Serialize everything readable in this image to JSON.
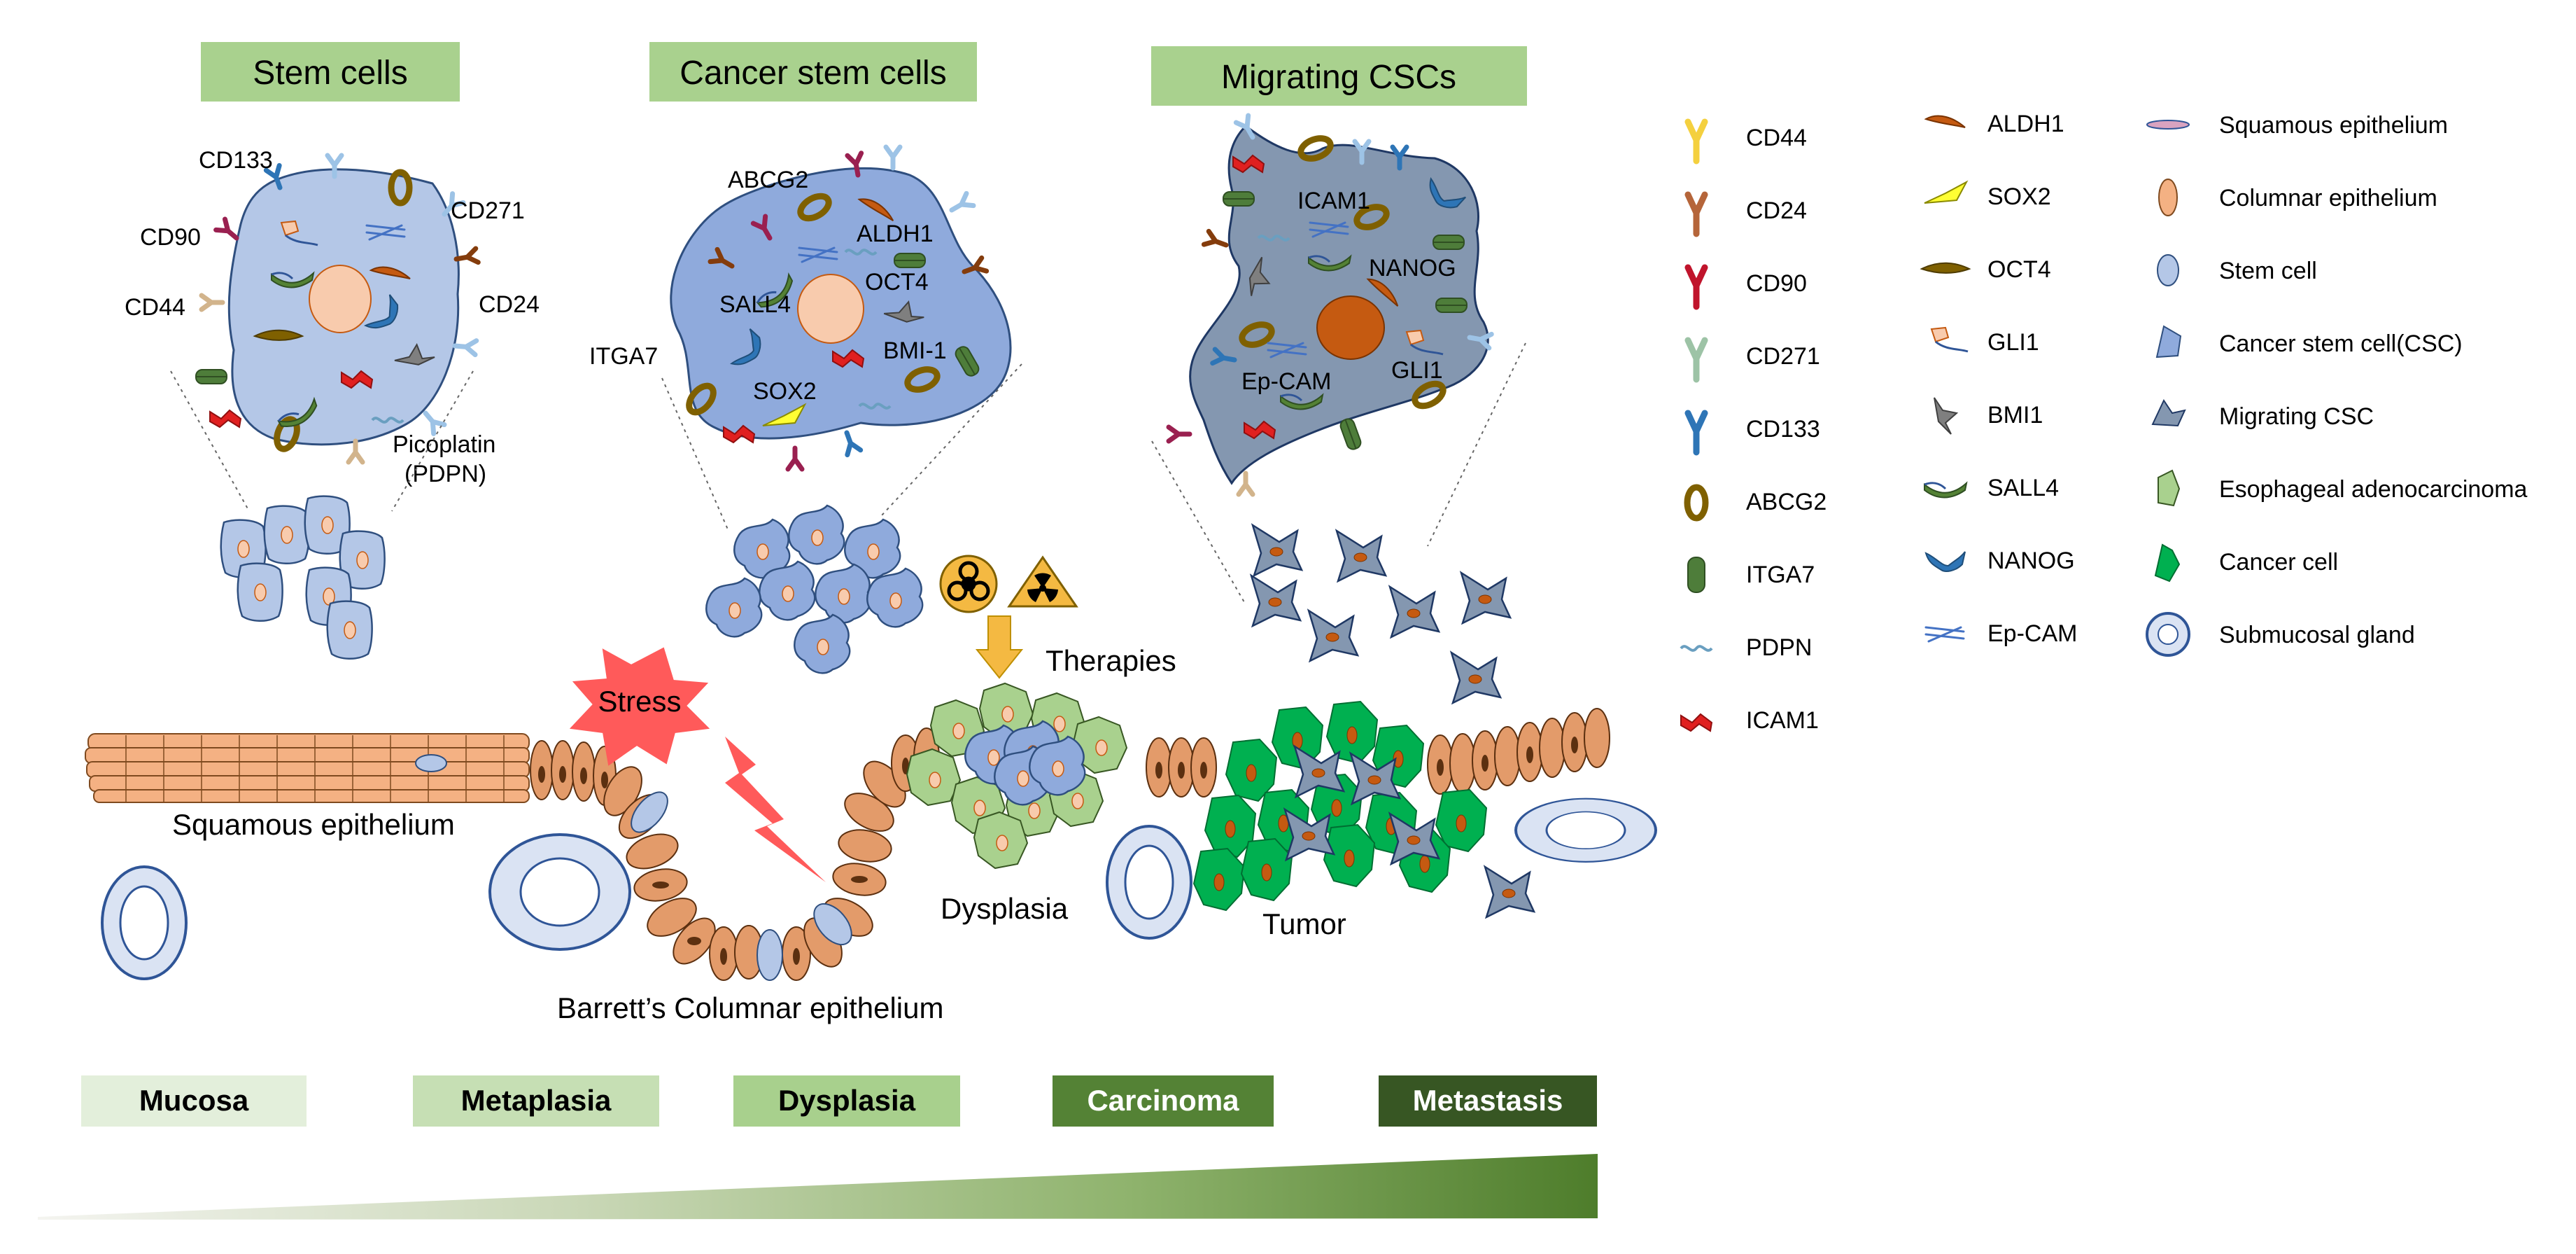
{
  "headers": {
    "stem_cells": "Stem cells",
    "cancer_stem_cells": "Cancer stem cells",
    "migrating_cscs": "Migrating CSCs"
  },
  "stem_cell_labels": {
    "cd133": "CD133",
    "cd90": "CD90",
    "cd44": "CD44",
    "cd271": "CD271",
    "cd24": "CD24",
    "picoplatin": "Picoplatin",
    "pdpn": "(PDPN)"
  },
  "csc_labels": {
    "abcg2": "ABCG2",
    "aldh1": "ALDH1",
    "sall4": "SALL4",
    "oct4": "OCT4",
    "itga7": "ITGA7",
    "bmi1": "BMI-1",
    "sox2": "SOX2"
  },
  "migrating_labels": {
    "icam1": "ICAM1",
    "nanog": "NANOG",
    "epcam": "Ep-CAM",
    "gli1": "GLI1"
  },
  "scene_labels": {
    "stress": "Stress",
    "therapies": "Therapies",
    "squamous": "Squamous  epithelium",
    "barretts": "Barrett’s Columnar epithelium",
    "dysplasia": "Dysplasia",
    "tumor": "Tumor"
  },
  "stages": [
    {
      "label": "Mucosa",
      "color": "#e3efdb",
      "text_color": "#000000"
    },
    {
      "label": "Metaplasia",
      "color": "#c6dfb4",
      "text_color": "#000000"
    },
    {
      "label": "Dysplasia",
      "color": "#a8d08d",
      "text_color": "#000000"
    },
    {
      "label": "Carcinoma",
      "color": "#548235",
      "text_color": "#ffffff"
    },
    {
      "label": "Metastasis",
      "color": "#375623",
      "text_color": "#ffffff"
    }
  ],
  "legend": {
    "col1": [
      "CD44",
      "CD24",
      "CD90",
      "CD271",
      "CD133",
      "ABCG2",
      "ITGA7",
      "PDPN",
      "ICAM1"
    ],
    "col2": [
      "ALDH1",
      "SOX2",
      "OCT4",
      "GLI1",
      "BMI1",
      "SALL4",
      "NANOG",
      "Ep-CAM"
    ],
    "col3": [
      "Squamous  epithelium",
      "Columnar epithelium",
      "Stem cell",
      "Cancer stem cell(CSC)",
      "Migrating CSC",
      "Esophageal adenocarcinoma",
      "Cancer cell",
      "Submucosal gland"
    ]
  },
  "colors": {
    "header_bg": "#a9d18e",
    "stem_cell_fill": "#b4c7e7",
    "csc_fill": "#8faadc",
    "migrating_fill": "#8497b0",
    "squamous_fill": "#f4b183",
    "columnar_fill": "#e39b6a",
    "cell_nucleus": "#f8cbad",
    "csc_nucleus": "#c55a11",
    "adeno_fill": "#a9d18e",
    "cancer_fill": "#00b050",
    "stress_red": "#ff5a5a",
    "arrow_orange": "#f4b942",
    "gradient_light": "#f2f2f2",
    "gradient_dark": "#4e7d2b"
  },
  "icons": [
    "antibody-icon",
    "abcg2-ring-icon",
    "itga7-capsule-icon",
    "pdpn-icon",
    "icam1-icon",
    "aldh1-icon",
    "sox2-icon",
    "oct4-icon",
    "gli1-icon",
    "bmi1-icon",
    "sall4-icon",
    "nanog-icon",
    "epcam-icon",
    "biohazard-icon",
    "radiation-icon"
  ]
}
